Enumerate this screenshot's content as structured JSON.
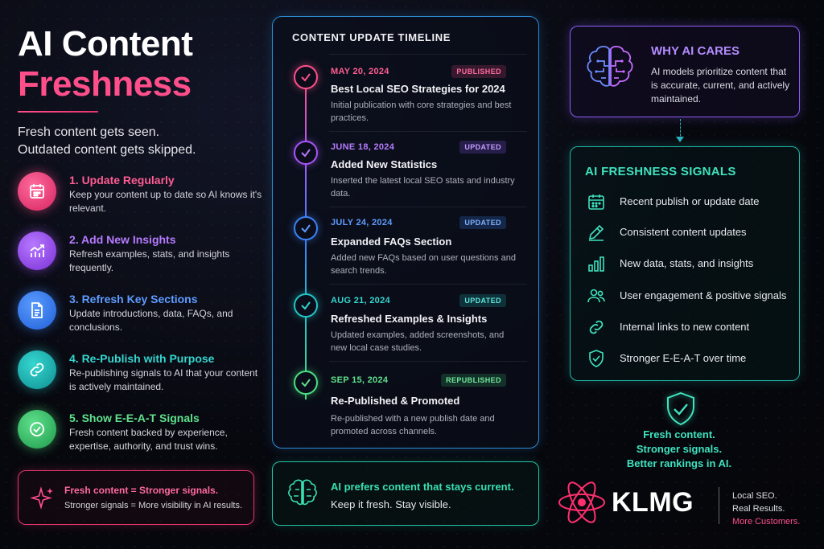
{
  "header": {
    "title_line1": "AI Content",
    "title_line2": "Freshness",
    "tagline_line1": "Fresh content gets seen.",
    "tagline_line2": "Outdated content gets skipped."
  },
  "tips": [
    {
      "title": "1. Update Regularly",
      "desc": "Keep your content up to date so AI knows it's relevant.",
      "color": "#ff4f8b",
      "icon": "calendar-icon"
    },
    {
      "title": "2. Add New Insights",
      "desc": "Refresh examples, stats, and insights frequently.",
      "color": "#a855f7",
      "icon": "chart-trend-icon"
    },
    {
      "title": "3. Refresh Key Sections",
      "desc": "Update introductions, data, FAQs, and conclusions.",
      "color": "#3b82f6",
      "icon": "document-icon"
    },
    {
      "title": "4. Re-Publish with Purpose",
      "desc": "Re-publishing signals to AI that your content is actively maintained.",
      "color": "#22c5c5",
      "icon": "link-icon"
    },
    {
      "title": "5. Show E-E-A-T Signals",
      "desc": "Fresh content backed by experience, expertise, authority, and trust wins.",
      "color": "#4ade80",
      "icon": "check-badge-icon"
    }
  ],
  "callout_left": {
    "line1": "Fresh content = Stronger signals.",
    "line2": "Stronger signals = More visibility in AI results.",
    "icon": "sparkle-icon"
  },
  "timeline": {
    "title": "CONTENT UPDATE TIMELINE",
    "items": [
      {
        "date": "MAY 20, 2024",
        "badge": "PUBLISHED",
        "heading": "Best Local SEO Strategies for 2024",
        "desc": "Initial publication with core strategies and best practices.",
        "color": "#ff4f8b"
      },
      {
        "date": "JUNE 18, 2024",
        "badge": "UPDATED",
        "heading": "Added New Statistics",
        "desc": "Inserted the latest local SEO stats and industry data.",
        "color": "#a855f7"
      },
      {
        "date": "JULY 24, 2024",
        "badge": "UPDATED",
        "heading": "Expanded FAQs Section",
        "desc": "Added new FAQs based on user questions and search trends.",
        "color": "#3b82f6"
      },
      {
        "date": "AUG 21, 2024",
        "badge": "UPDATED",
        "heading": "Refreshed Examples & Insights",
        "desc": "Updated examples, added screenshots, and new local case studies.",
        "color": "#22c5c5"
      },
      {
        "date": "SEP 15, 2024",
        "badge": "REPUBLISHED",
        "heading": "Re-Published & Promoted",
        "desc": "Re-published with a new publish date and promoted across channels.",
        "color": "#4ade80"
      }
    ]
  },
  "callout_mid": {
    "line1": "AI prefers content that stays current.",
    "line2": "Keep it fresh. Stay visible."
  },
  "why": {
    "title": "WHY AI CARES",
    "desc": "AI models prioritize content that is accurate, current, and actively maintained."
  },
  "signals": {
    "title": "AI FRESHNESS SIGNALS",
    "items": [
      {
        "label": "Recent publish or update date",
        "icon": "calendar-icon"
      },
      {
        "label": "Consistent content updates",
        "icon": "pencil-icon"
      },
      {
        "label": "New data, stats, and insights",
        "icon": "bar-chart-icon"
      },
      {
        "label": "User engagement & positive signals",
        "icon": "users-icon"
      },
      {
        "label": "Internal links to new content",
        "icon": "link-icon"
      },
      {
        "label": "Stronger E-E-A-T over time",
        "icon": "shield-check-icon"
      }
    ]
  },
  "fresh_summary": {
    "line1": "Fresh content.",
    "line2": "Stronger signals.",
    "line3": "Better rankings in AI."
  },
  "brand": {
    "name": "KLMG",
    "slogan1": "Local SEO.",
    "slogan2": "Real Results.",
    "slogan3": "More Customers."
  }
}
